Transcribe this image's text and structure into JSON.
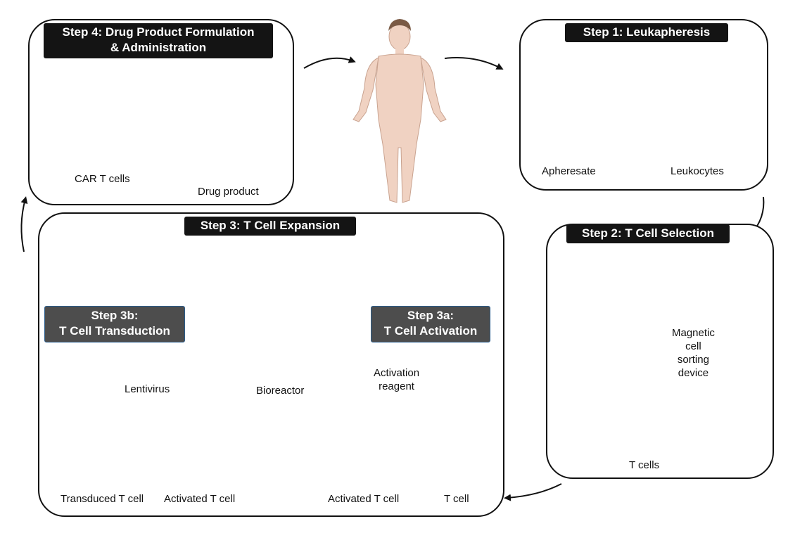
{
  "steps": {
    "step4": {
      "title_line1": "Step 4: Drug Product Formulation",
      "title_line2": "& Administration",
      "car_label": "CAR T cells",
      "drug_label": "Drug product"
    },
    "step1": {
      "title": "Step 1: Leukapheresis",
      "apheresate_label": "Apheresate",
      "leukocytes_label": "Leukocytes"
    },
    "step2": {
      "title": "Step 2: T Cell Selection",
      "device_line1": "Magnetic",
      "device_line2": "cell",
      "device_line3": "sorting",
      "device_line4": "device",
      "tcells_label": "T cells"
    },
    "step3": {
      "title": "Step 3: T Cell Expansion",
      "bioreactor_label": "Bioreactor"
    },
    "step3b": {
      "title_line1": "Step 3b:",
      "title_line2": "T Cell Transduction",
      "lentivirus_label": "Lentivirus",
      "transduced_label": "Transduced T cell",
      "activated_label": "Activated T cell"
    },
    "step3a": {
      "title_line1": "Step 3a:",
      "title_line2": "T Cell Activation",
      "reagent_line1": "Activation",
      "reagent_line2": "reagent",
      "activated_label": "Activated T cell",
      "tcell_label": "T cell"
    }
  },
  "colors": {
    "border": "#111111",
    "header_dark": "#141414",
    "header_grey": "#4d4d4d",
    "car_cell": "#6fbf8e",
    "tcell": "#8fc79f",
    "bioreactor": "#d93a3a",
    "activation_bead": "#1f87c9",
    "lentivirus": "#2b6fa8",
    "apheresis_bag": "#e0b53a",
    "skin": "#f0d2c2"
  },
  "icons": [
    "human-body-icon",
    "iv-bag-icon",
    "apheresis-bag-icon",
    "leukocyte-icon",
    "magnetic-column-icon",
    "bioreactor-icon",
    "lentivirus-icon",
    "activation-bead-icon",
    "t-cell-icon",
    "car-t-cell-icon",
    "arrow-icon"
  ]
}
